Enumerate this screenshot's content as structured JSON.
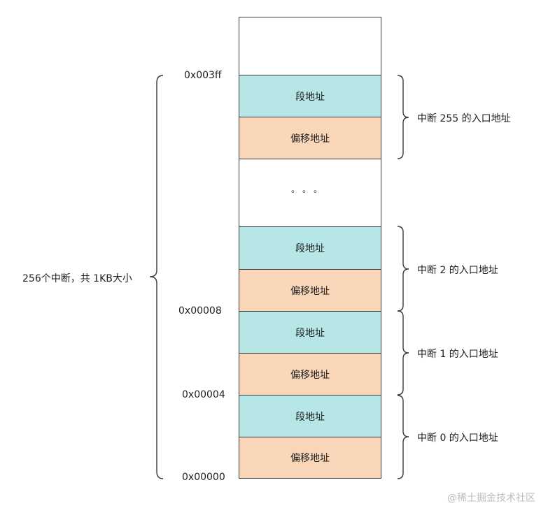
{
  "addresses": {
    "top": "0x003ff",
    "a8": "0x00008",
    "a4": "0x00004",
    "a0": "0x00000"
  },
  "cells": {
    "segment": "段地址",
    "offset": "偏移地址",
    "ellipsis": "。。。"
  },
  "brace_labels": {
    "int255": "中断 255 的入口地址",
    "int2": "中断 2 的入口地址",
    "int1": "中断 1 的入口地址",
    "int0": "中断 0 的入口地址"
  },
  "left_label": "256个中断，共 1KB大小",
  "watermark": "@稀土掘金技术社区",
  "colors": {
    "segment_fill": "#b6e6e6",
    "offset_fill": "#f8d6b7",
    "border": "#3a3a3a"
  }
}
